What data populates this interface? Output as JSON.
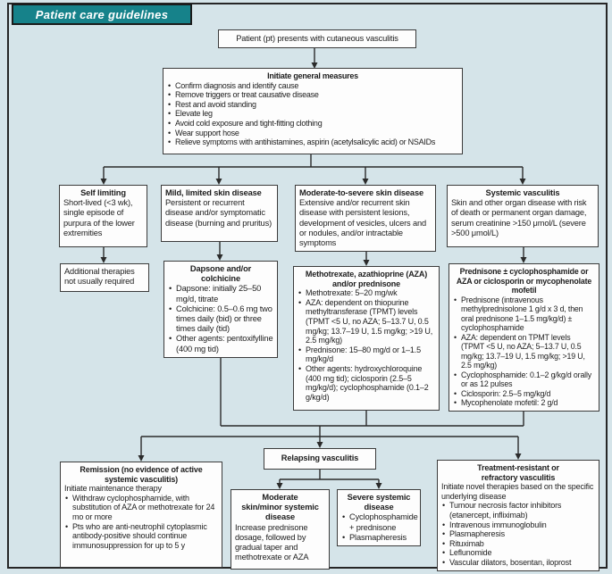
{
  "header": {
    "title": "Patient care guidelines"
  },
  "colors": {
    "header_bg": "#16828a",
    "background": "#d5e4e9",
    "box_border": "#3b3b3b",
    "line": "#2b2b2b"
  },
  "nodes": {
    "patient": {
      "text": "Patient (pt) presents with cutaneous vasculitis"
    },
    "general": {
      "title": "Initiate general measures",
      "bullets": [
        "Confirm diagnosis and identify cause",
        "Remove triggers or treat causative disease",
        "Rest and avoid standing",
        "Elevate leg",
        "Avoid cold exposure and tight-fitting clothing",
        "Wear support hose",
        "Relieve symptoms with antihistamines, aspirin (acetylsalicylic acid) or NSAIDs"
      ]
    },
    "self_limiting": {
      "title": "Self limiting",
      "text": "Short-lived (<3 wk), single episode of purpura of the lower extremities"
    },
    "mild": {
      "title": "Mild, limited skin disease",
      "text": "Persistent or recurrent disease and/or symptomatic disease (burning and pruritus)"
    },
    "moderate_severe": {
      "title": "Moderate-to-severe skin disease",
      "text": "Extensive and/or recurrent skin disease with persistent lesions, development of vesicles, ulcers and or nodules, and/or intractable symptoms"
    },
    "systemic": {
      "title": "Systemic vasculitis",
      "text": "Skin and other organ disease with risk of death or permanent organ damage, serum creatinine >150 μmol/L (severe >500 μmol/L)"
    },
    "additional": {
      "text": "Additional therapies not usually required"
    },
    "dapsone": {
      "title": "Dapsone and/or colchicine",
      "bullets": [
        "Dapsone: initially 25–50 mg/d, titrate",
        "Colchicine: 0.5–0.6 mg two times daily (bid) or three times daily (tid)",
        "Other agents: pentoxifylline (400 mg tid)"
      ]
    },
    "methotrexate": {
      "title": "Methotrexate, azathioprine (AZA) and/or prednisone",
      "bullets": [
        "Methotrexate: 5–20 mg/wk",
        "AZA: dependent on thiopurine methyltransferase (TPMT) levels (TPMT <5 U, no AZA; 5–13.7 U, 0.5 mg/kg; 13.7–19 U, 1.5 mg/kg; >19 U, 2.5 mg/kg)",
        "Prednisone: 15–80 mg/d or 1–1.5 mg/kg/d",
        "Other agents: hydroxychloroquine (400 mg tid); ciclosporin (2.5–5 mg/kg/d); cyclophosphamide (0.1–2 g/kg/d)"
      ]
    },
    "prednisone": {
      "title": "Prednisone ± cyclophosphamide or AZA or ciclosporin or mycophenolate mofetil",
      "bullets": [
        "Prednisone (intravenous methylprednisolone 1 g/d x 3 d, then oral prednisone 1–1.5 mg/kg/d) ± cyclophosphamide",
        "AZA: dependent on TPMT levels (TPMT <5 U, no AZA; 5–13.7 U, 0.5 mg/kg; 13.7–19 U, 1.5 mg/kg; >19 U, 2.5 mg/kg)",
        "Cyclophosphamide: 0.1–2 g/kg/d orally or as 12 pulses",
        "Ciclosporin: 2.5–5 mg/kg/d",
        "Mycophenolate mofetil: 2 g/d"
      ]
    },
    "remission": {
      "title": "Remission (no evidence of active systemic vasculitis)",
      "intro": "Initiate maintenance therapy",
      "bullets": [
        "Withdraw cyclophosphamide, with substitution of AZA or methotrexate for 24 mo or more",
        "Pts who are anti-neutrophil cytoplasmic antibody-positive should continue immunosuppression for up to 5 y"
      ]
    },
    "relapsing": {
      "title": "Relapsing vasculitis"
    },
    "moderate_skin": {
      "title": "Moderate skin/minor systemic disease",
      "text": "Increase prednisone dosage, followed by gradual taper and methotrexate or AZA"
    },
    "severe_systemic": {
      "title": "Severe systemic disease",
      "bullets": [
        "Cyclophosphamide + prednisone",
        "Plasmapheresis"
      ]
    },
    "treatment_resistant": {
      "title": "Treatment-resistant or refractory vasculitis",
      "intro": "Initiate novel therapies based on the specific underlying disease",
      "bullets": [
        "Tumour necrosis factor inhibitors (etanercept, infliximab)",
        "Intravenous immunoglobulin",
        "Plasmapheresis",
        "Rituximab",
        "Leflunomide",
        "Vascular dilators, bosentan, iloprost"
      ]
    }
  }
}
